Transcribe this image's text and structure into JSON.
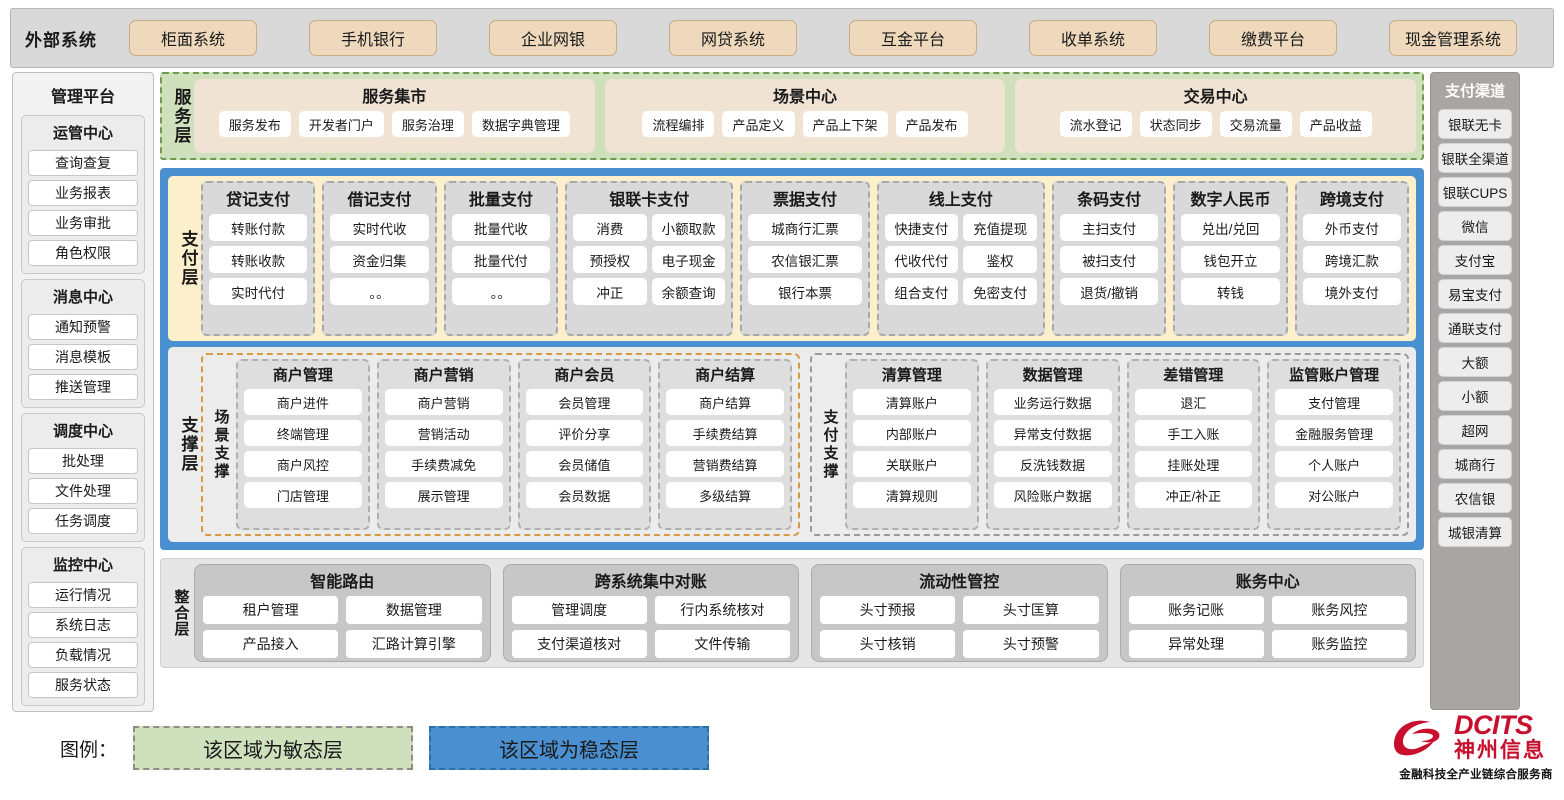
{
  "colors": {
    "agile_green": "#cfe0bc",
    "stable_blue": "#4a90d0",
    "payment_yellow": "#fcefcc",
    "external_chip": "#eed9bd",
    "brand_red": "#c8102e"
  },
  "external_systems": {
    "title": "外部系统",
    "items": [
      "柜面系统",
      "手机银行",
      "企业网银",
      "网贷系统",
      "互金平台",
      "收单系统",
      "缴费平台",
      "现金管理系统"
    ]
  },
  "left_panel": {
    "title": "管理平台",
    "groups": [
      {
        "title": "运管中心",
        "items": [
          "查询查复",
          "业务报表",
          "业务审批",
          "角色权限"
        ]
      },
      {
        "title": "消息中心",
        "items": [
          "通知预警",
          "消息模板",
          "推送管理"
        ]
      },
      {
        "title": "调度中心",
        "items": [
          "批处理",
          "文件处理",
          "任务调度"
        ]
      },
      {
        "title": "监控中心",
        "items": [
          "运行情况",
          "系统日志",
          "负载情况",
          "服务状态"
        ]
      }
    ]
  },
  "right_panel": {
    "title": "支付渠道",
    "items": [
      "银联无卡",
      "银联全渠道",
      "银联CUPS",
      "微信",
      "支付宝",
      "易宝支付",
      "通联支付",
      "大额",
      "小额",
      "超网",
      "城商行",
      "农信银",
      "城银清算"
    ]
  },
  "service_layer": {
    "label": "服务层",
    "cards": [
      {
        "title": "服务集市",
        "items": [
          "服务发布",
          "开发者门户",
          "服务治理",
          "数据字典管理"
        ]
      },
      {
        "title": "场景中心",
        "items": [
          "流程编排",
          "产品定义",
          "产品上下架",
          "产品发布"
        ]
      },
      {
        "title": "交易中心",
        "items": [
          "流水登记",
          "状态同步",
          "交易流量",
          "产品收益"
        ]
      }
    ]
  },
  "payment_layer": {
    "label": "支付层",
    "groups": [
      {
        "title": "贷记支付",
        "cols": 1,
        "items": [
          "转账付款",
          "转账收款",
          "实时代付"
        ]
      },
      {
        "title": "借记支付",
        "cols": 1,
        "items": [
          "实时代收",
          "资金归集",
          "。。"
        ]
      },
      {
        "title": "批量支付",
        "cols": 1,
        "items": [
          "批量代收",
          "批量代付",
          "。。"
        ]
      },
      {
        "title": "银联卡支付",
        "cols": 2,
        "items": [
          "消费",
          "小额取款",
          "预授权",
          "电子现金",
          "冲正",
          "余额查询"
        ]
      },
      {
        "title": "票据支付",
        "cols": 1,
        "items": [
          "城商行汇票",
          "农信银汇票",
          "银行本票"
        ]
      },
      {
        "title": "线上支付",
        "cols": 2,
        "items": [
          "快捷支付",
          "充值提现",
          "代收代付",
          "鉴权",
          "组合支付",
          "免密支付"
        ]
      },
      {
        "title": "条码支付",
        "cols": 1,
        "items": [
          "主扫支付",
          "被扫支付",
          "退货/撤销"
        ]
      },
      {
        "title": "数字人民币",
        "cols": 1,
        "items": [
          "兑出/兑回",
          "钱包开立",
          "转钱"
        ]
      },
      {
        "title": "跨境支付",
        "cols": 1,
        "items": [
          "外币支付",
          "跨境汇款",
          "境外支付"
        ]
      }
    ]
  },
  "support_layer": {
    "label": "支撑层",
    "boxes": [
      {
        "inner_label": "场景支撑",
        "style": "orange",
        "groups": [
          {
            "title": "商户管理",
            "items": [
              "商户进件",
              "终端管理",
              "商户风控",
              "门店管理"
            ]
          },
          {
            "title": "商户营销",
            "items": [
              "商户营销",
              "营销活动",
              "手续费减免",
              "展示管理"
            ]
          },
          {
            "title": "商户会员",
            "items": [
              "会员管理",
              "评价分享",
              "会员储值",
              "会员数据"
            ]
          },
          {
            "title": "商户结算",
            "items": [
              "商户结算",
              "手续费结算",
              "营销费结算",
              "多级结算"
            ]
          }
        ]
      },
      {
        "inner_label": "支付支撑",
        "style": "grey",
        "groups": [
          {
            "title": "清算管理",
            "items": [
              "清算账户",
              "内部账户",
              "关联账户",
              "清算规则"
            ]
          },
          {
            "title": "数据管理",
            "items": [
              "业务运行数据",
              "异常支付数据",
              "反洗钱数据",
              "风险账户数据"
            ]
          },
          {
            "title": "差错管理",
            "items": [
              "退汇",
              "手工入账",
              "挂账处理",
              "冲正/补正"
            ]
          },
          {
            "title": "监管账户管理",
            "items": [
              "支付管理",
              "金融服务管理",
              "个人账户",
              "对公账户"
            ]
          }
        ]
      }
    ]
  },
  "integration_layer": {
    "label": "整合层",
    "cards": [
      {
        "title": "智能路由",
        "items": [
          "租户管理",
          "数据管理",
          "产品接入",
          "汇路计算引擎"
        ]
      },
      {
        "title": "跨系统集中对账",
        "items": [
          "管理调度",
          "行内系统核对",
          "支付渠道核对",
          "文件传输"
        ]
      },
      {
        "title": "流动性管控",
        "items": [
          "头寸预报",
          "头寸匡算",
          "头寸核销",
          "头寸预警"
        ]
      },
      {
        "title": "账务中心",
        "items": [
          "账务记账",
          "账务风控",
          "异常处理",
          "账务监控"
        ]
      }
    ]
  },
  "legend": {
    "label": "图例：",
    "agile": "该区域为敏态层",
    "stable": "该区域为稳态层"
  },
  "logo": {
    "en": "DCITS",
    "cn": "神州信息",
    "tagline": "金融科技全产业链综合服务商"
  }
}
